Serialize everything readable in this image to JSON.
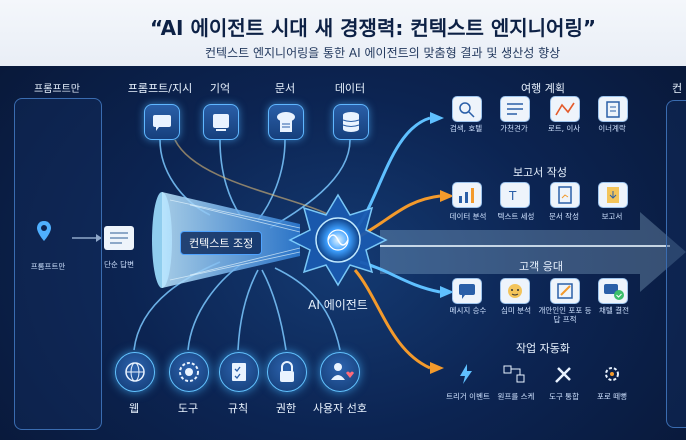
{
  "header": {
    "title": "“AI 에이전트 시대 새 경쟁력: 컨텍스트 엔지니어링”",
    "subtitle": "컨텍스트 엔지니어링을 통한 AI 에이전트의 맞춤형 결과 및 생산성 향상"
  },
  "left_panel": {
    "heading": "프롬프트만",
    "node_label": "프롬프트만",
    "answer_label": "단순 답변"
  },
  "inputs_top": [
    {
      "label": "프롬프트/지시",
      "icon": "chat-icon"
    },
    {
      "label": "기억",
      "icon": "memory-icon"
    },
    {
      "label": "문서",
      "icon": "cloud-document-icon"
    },
    {
      "label": "데이터",
      "icon": "database-icon"
    }
  ],
  "inputs_bottom": [
    {
      "label": "웹",
      "icon": "globe-icon"
    },
    {
      "label": "도구",
      "icon": "api-icon"
    },
    {
      "label": "규칙",
      "icon": "rules-checklist-icon"
    },
    {
      "label": "권한",
      "icon": "lock-icon"
    },
    {
      "label": "사용자 선호",
      "icon": "user-heart-icon"
    }
  ],
  "center": {
    "funnel_label": "컨텍스트 조정",
    "agent_label": "AI 에이전트"
  },
  "outputs": [
    {
      "heading": "여행 계획",
      "steps": [
        "검색, 호텔",
        "가천견가",
        "로트, 이사",
        "이너계락"
      ]
    },
    {
      "heading": "보고서 작성",
      "steps": [
        "데이터 분석",
        "텍스트 세성",
        "문서 작성",
        "보고서"
      ]
    },
    {
      "heading": "고객 응대",
      "steps": [
        "메시지 승수",
        "심미 분석",
        "개안인인 포포 등답 프적",
        "채텔 결전"
      ]
    },
    {
      "heading": "작업 자동화",
      "steps": [
        "트리거 이벤트",
        "원프를 스케",
        "도구 통합",
        "포로 떼뻥"
      ]
    }
  ],
  "right_panel": {
    "heading": "컨"
  },
  "colors": {
    "background": "#0c2452",
    "glow": "#5fc0ff",
    "accent_orange": "#f39a2c",
    "white_arrow": "#e8f3ff"
  }
}
